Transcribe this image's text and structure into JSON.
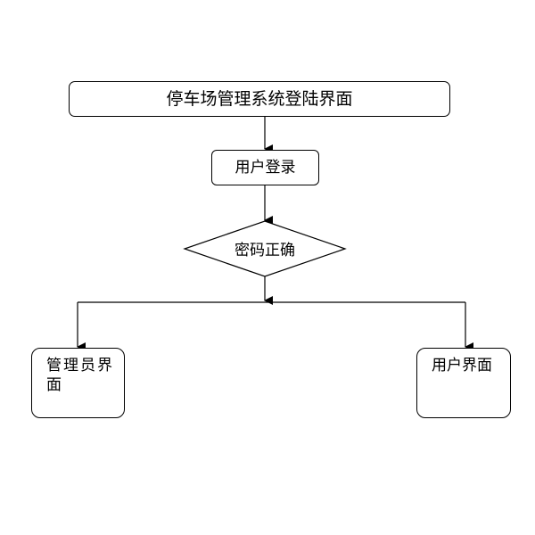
{
  "flowchart": {
    "title": "停车场管理系统登陆界面",
    "login_step": "用户登录",
    "decision": "密码正确",
    "admin_view": "管理员界面",
    "user_view": "用户界面"
  },
  "colors": {
    "stroke": "#000000",
    "background": "#ffffff"
  }
}
